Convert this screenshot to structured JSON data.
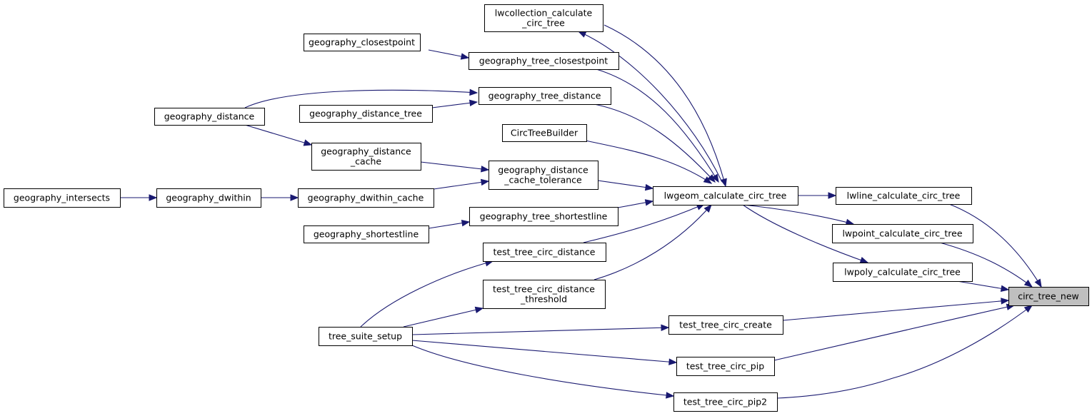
{
  "graph": {
    "nodes": [
      {
        "id": "lwcollection_calculate_circ_tree",
        "lines": [
          "lwcollection_calculate",
          "_circ_tree"
        ]
      },
      {
        "id": "geography_closestpoint",
        "lines": [
          "geography_closestpoint"
        ]
      },
      {
        "id": "geography_tree_closestpoint",
        "lines": [
          "geography_tree_closestpoint"
        ]
      },
      {
        "id": "geography_tree_distance",
        "lines": [
          "geography_tree_distance"
        ]
      },
      {
        "id": "geography_distance",
        "lines": [
          "geography_distance"
        ]
      },
      {
        "id": "geography_distance_tree",
        "lines": [
          "geography_distance_tree"
        ]
      },
      {
        "id": "CircTreeBuilder",
        "lines": [
          "CircTreeBuilder"
        ]
      },
      {
        "id": "geography_distance_cache",
        "lines": [
          "geography_distance",
          "_cache"
        ]
      },
      {
        "id": "geography_distance_cache_tolerance",
        "lines": [
          "geography_distance",
          "_cache_tolerance"
        ]
      },
      {
        "id": "geography_intersects",
        "lines": [
          "geography_intersects"
        ]
      },
      {
        "id": "geography_dwithin",
        "lines": [
          "geography_dwithin"
        ]
      },
      {
        "id": "geography_dwithin_cache",
        "lines": [
          "geography_dwithin_cache"
        ]
      },
      {
        "id": "lwgeom_calculate_circ_tree",
        "lines": [
          "lwgeom_calculate_circ_tree"
        ]
      },
      {
        "id": "lwline_calculate_circ_tree",
        "lines": [
          "lwline_calculate_circ_tree"
        ]
      },
      {
        "id": "geography_tree_shortestline",
        "lines": [
          "geography_tree_shortestline"
        ]
      },
      {
        "id": "geography_shortestline",
        "lines": [
          "geography_shortestline"
        ]
      },
      {
        "id": "lwpoint_calculate_circ_tree",
        "lines": [
          "lwpoint_calculate_circ_tree"
        ]
      },
      {
        "id": "test_tree_circ_distance",
        "lines": [
          "test_tree_circ_distance"
        ]
      },
      {
        "id": "lwpoly_calculate_circ_tree",
        "lines": [
          "lwpoly_calculate_circ_tree"
        ]
      },
      {
        "id": "test_tree_circ_distance_threshold",
        "lines": [
          "test_tree_circ_distance",
          "_threshold"
        ]
      },
      {
        "id": "circ_tree_new",
        "lines": [
          "circ_tree_new"
        ],
        "focus": true
      },
      {
        "id": "test_tree_circ_create",
        "lines": [
          "test_tree_circ_create"
        ]
      },
      {
        "id": "tree_suite_setup",
        "lines": [
          "tree_suite_setup"
        ]
      },
      {
        "id": "test_tree_circ_pip",
        "lines": [
          "test_tree_circ_pip"
        ]
      },
      {
        "id": "test_tree_circ_pip2",
        "lines": [
          "test_tree_circ_pip2"
        ]
      }
    ],
    "edges": [
      {
        "from": "lwgeom_calculate_circ_tree",
        "to": "lwcollection_calculate_circ_tree"
      },
      {
        "from": "lwcollection_calculate_circ_tree",
        "to": "lwgeom_calculate_circ_tree"
      },
      {
        "from": "geography_tree_closestpoint",
        "to": "geography_closestpoint"
      },
      {
        "from": "lwgeom_calculate_circ_tree",
        "to": "geography_tree_closestpoint"
      },
      {
        "from": "geography_tree_distance",
        "to": "geography_distance"
      },
      {
        "from": "geography_tree_distance",
        "to": "geography_distance_tree"
      },
      {
        "from": "lwgeom_calculate_circ_tree",
        "to": "geography_tree_distance"
      },
      {
        "from": "geography_distance_cache",
        "to": "geography_distance"
      },
      {
        "from": "lwgeom_calculate_circ_tree",
        "to": "CircTreeBuilder"
      },
      {
        "from": "geography_distance_cache_tolerance",
        "to": "geography_distance_cache"
      },
      {
        "from": "geography_distance_cache_tolerance",
        "to": "geography_dwithin_cache"
      },
      {
        "from": "lwgeom_calculate_circ_tree",
        "to": "geography_distance_cache_tolerance"
      },
      {
        "from": "geography_dwithin",
        "to": "geography_intersects"
      },
      {
        "from": "geography_dwithin_cache",
        "to": "geography_dwithin"
      },
      {
        "from": "lwgeom_calculate_circ_tree",
        "to": "geography_tree_shortestline"
      },
      {
        "from": "geography_tree_shortestline",
        "to": "geography_shortestline"
      },
      {
        "from": "lwgeom_calculate_circ_tree",
        "to": "test_tree_circ_distance"
      },
      {
        "from": "lwgeom_calculate_circ_tree",
        "to": "test_tree_circ_distance_threshold"
      },
      {
        "from": "test_tree_circ_distance",
        "to": "tree_suite_setup"
      },
      {
        "from": "test_tree_circ_distance_threshold",
        "to": "tree_suite_setup"
      },
      {
        "from": "lwline_calculate_circ_tree",
        "to": "lwgeom_calculate_circ_tree"
      },
      {
        "from": "lwpoint_calculate_circ_tree",
        "to": "lwgeom_calculate_circ_tree"
      },
      {
        "from": "lwpoly_calculate_circ_tree",
        "to": "lwgeom_calculate_circ_tree"
      },
      {
        "from": "circ_tree_new",
        "to": "lwline_calculate_circ_tree"
      },
      {
        "from": "circ_tree_new",
        "to": "lwpoint_calculate_circ_tree"
      },
      {
        "from": "circ_tree_new",
        "to": "lwpoly_calculate_circ_tree"
      },
      {
        "from": "circ_tree_new",
        "to": "test_tree_circ_create"
      },
      {
        "from": "circ_tree_new",
        "to": "test_tree_circ_pip"
      },
      {
        "from": "circ_tree_new",
        "to": "test_tree_circ_pip2"
      },
      {
        "from": "test_tree_circ_create",
        "to": "tree_suite_setup"
      },
      {
        "from": "test_tree_circ_pip",
        "to": "tree_suite_setup"
      },
      {
        "from": "test_tree_circ_pip2",
        "to": "tree_suite_setup"
      }
    ],
    "colors": {
      "edge": "#191970",
      "focus_fill": "#bfbfbf",
      "node_fill": "#ffffff",
      "node_stroke": "#000000"
    }
  }
}
